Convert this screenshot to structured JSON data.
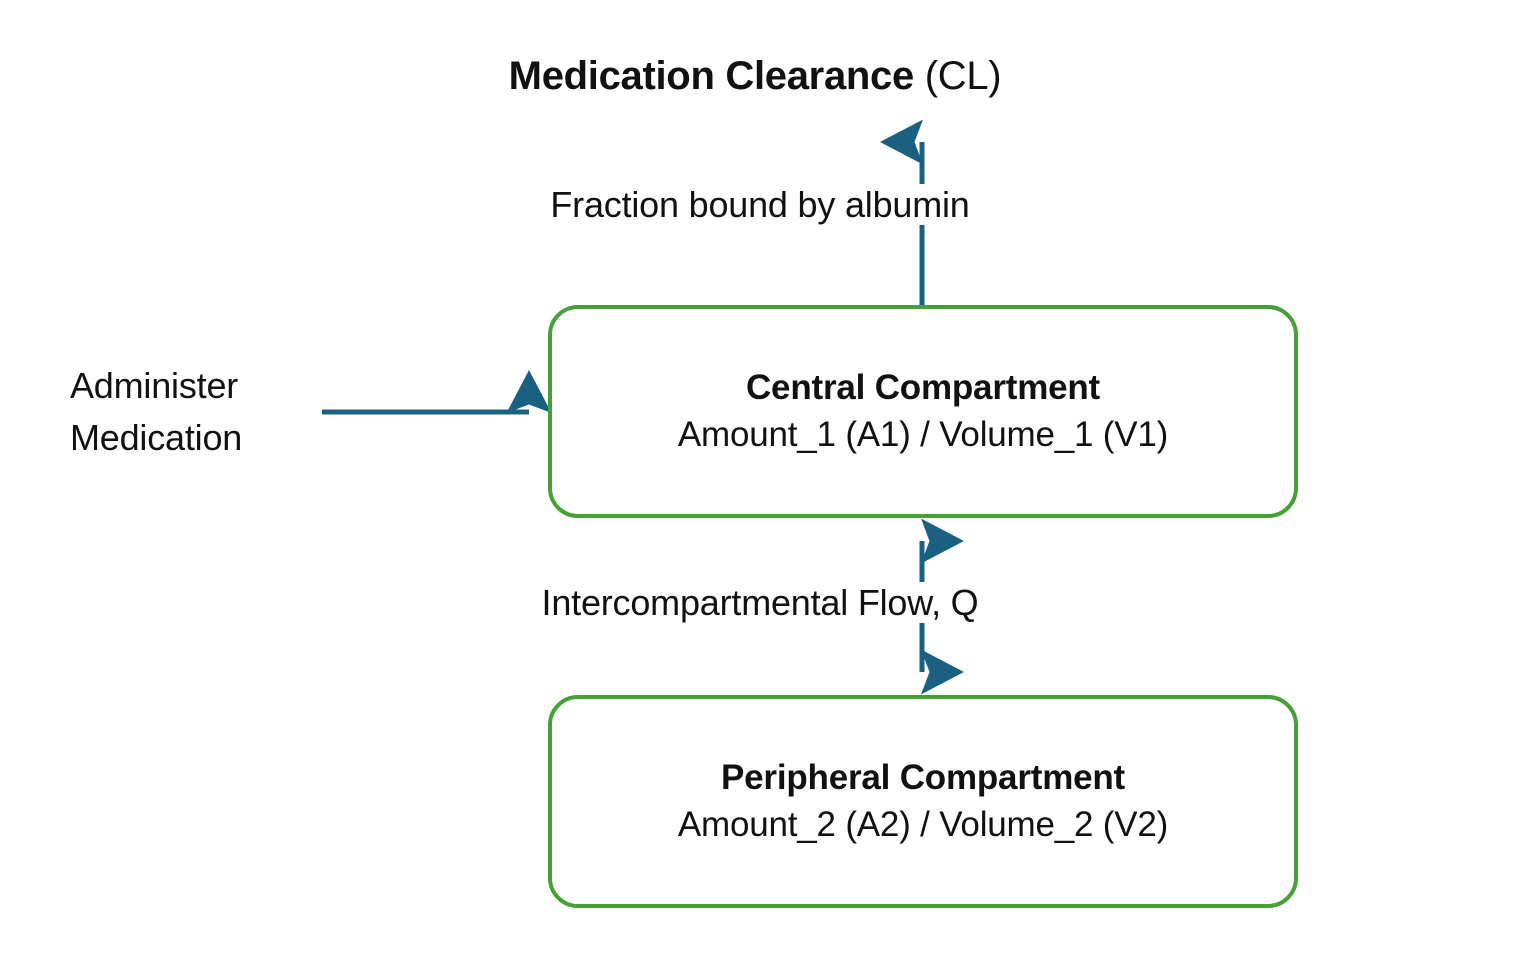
{
  "diagram": {
    "type": "two-compartment-pharmacokinetic-model",
    "title_strong": "Medication Clearance",
    "title_light": " (CL)",
    "colors": {
      "compartment_border": "#45a035",
      "arrow": "#1a6080",
      "text": "#111111",
      "background": "#ffffff"
    },
    "nodes": [
      {
        "id": "central",
        "title": "Central Compartment",
        "subtitle": "Amount_1 (A1) / Volume_1 (V1)"
      },
      {
        "id": "peripheral",
        "title": "Peripheral Compartment",
        "subtitle": "Amount_2 (A2) / Volume_2 (V2)"
      }
    ],
    "edges": [
      {
        "id": "administer",
        "label_line_1": "Administer",
        "label_line_2": "Medication",
        "from": "external",
        "to": "central",
        "direction": "one-way"
      },
      {
        "id": "clearance",
        "label": "Fraction bound by albumin",
        "from": "central",
        "to": "clearance",
        "direction": "one-way"
      },
      {
        "id": "intercompartmental",
        "label": "Intercompartmental Flow, Q",
        "from": "central",
        "to": "peripheral",
        "direction": "two-way"
      }
    ]
  }
}
